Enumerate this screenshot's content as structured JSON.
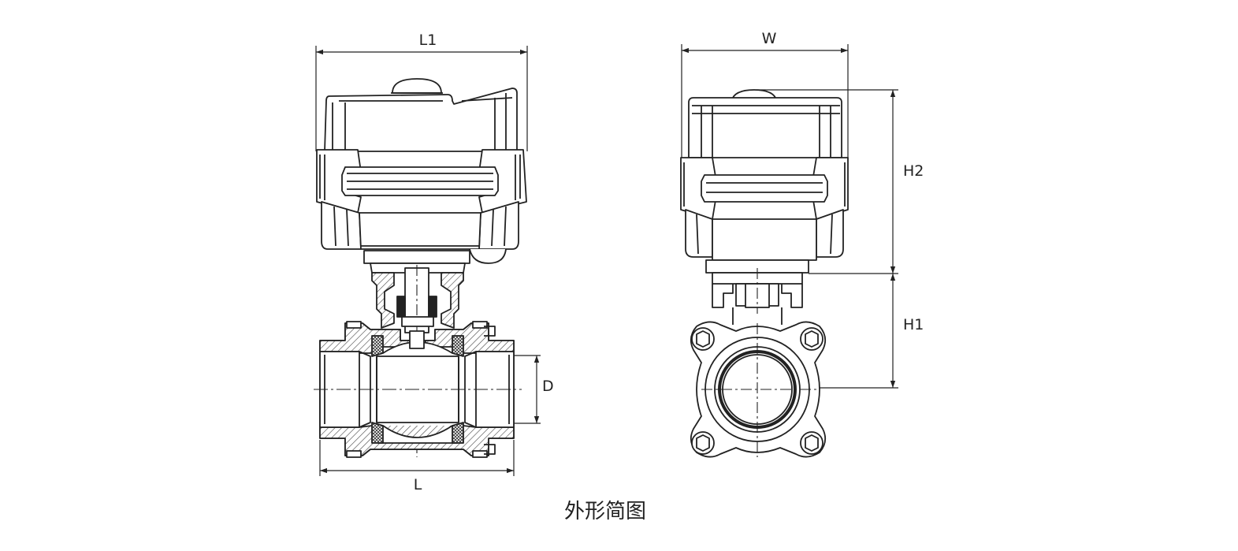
{
  "labels": {
    "l1": "L1",
    "l": "L",
    "d": "D",
    "w": "W",
    "h1": "H1",
    "h2": "H2"
  },
  "caption": "外形简图"
}
